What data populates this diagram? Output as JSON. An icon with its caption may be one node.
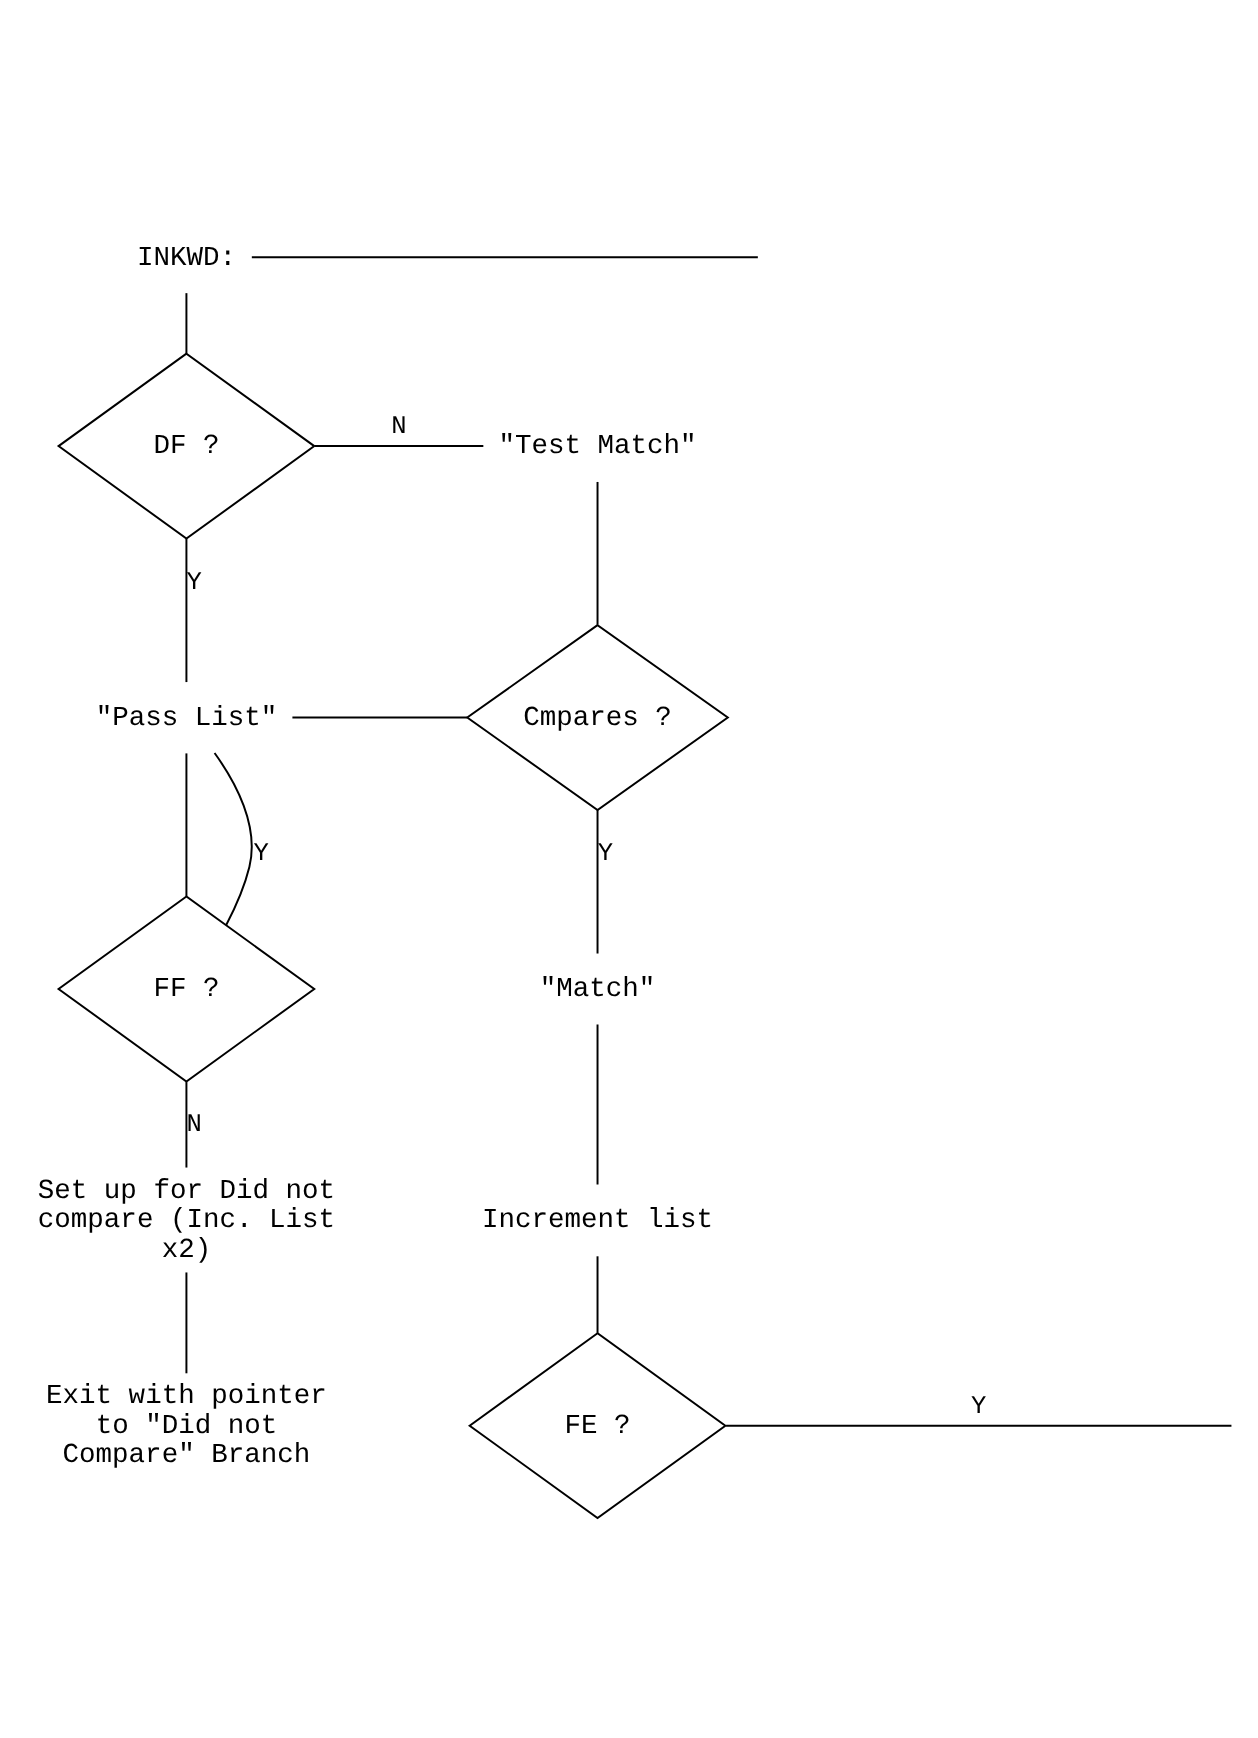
{
  "diagram": {
    "nodes": [
      {
        "text": [
          "INKWD:"
        ]
      },
      {
        "text": [
          "DF ?"
        ]
      },
      {
        "text": [
          "\"Test Match\""
        ]
      },
      {
        "text": [
          "\"Pass List\""
        ]
      },
      {
        "text": [
          "Cmpares ?"
        ]
      },
      {
        "text": [
          "FF ?"
        ]
      },
      {
        "text": [
          "\"Match\""
        ]
      },
      {
        "text": [
          "Increment list"
        ]
      },
      {
        "text": [
          "Set up for Did not compare (Inc. List x2)"
        ]
      },
      {
        "text": [
          "FE ?"
        ]
      },
      {
        "text": [
          "Exit with pointer to \"Did not Compare\" Branch"
        ]
      }
    ],
    "edges": [
      {
        "from": 0,
        "to": null,
        "arrow": "none"
      },
      {
        "from": 0,
        "to": 1,
        "arrow": "none"
      },
      {
        "from": 1,
        "to": 2,
        "label": "N",
        "arrow": "none"
      },
      {
        "from": 1,
        "to": 3,
        "label": "Y",
        "arrow": "none"
      },
      {
        "from": 2,
        "to": 4,
        "arrow": "none"
      },
      {
        "from": 4,
        "to": 3,
        "arrow": "none"
      },
      {
        "from": 3,
        "to": 5,
        "arrow": "none"
      },
      {
        "from": 5,
        "to": 3,
        "label": "Y",
        "arrow": "none"
      },
      {
        "from": 4,
        "to": 6,
        "label": "Y",
        "arrow": "none"
      },
      {
        "from": 6,
        "to": 7,
        "arrow": "none"
      },
      {
        "from": 5,
        "to": 8,
        "label": "N",
        "arrow": "none"
      },
      {
        "from": 8,
        "to": 10,
        "arrow": "none"
      },
      {
        "from": 7,
        "to": 9,
        "arrow": "none"
      },
      {
        "from": 9,
        "to": null,
        "label": "Y",
        "arrow": "none"
      }
    ]
  }
}
